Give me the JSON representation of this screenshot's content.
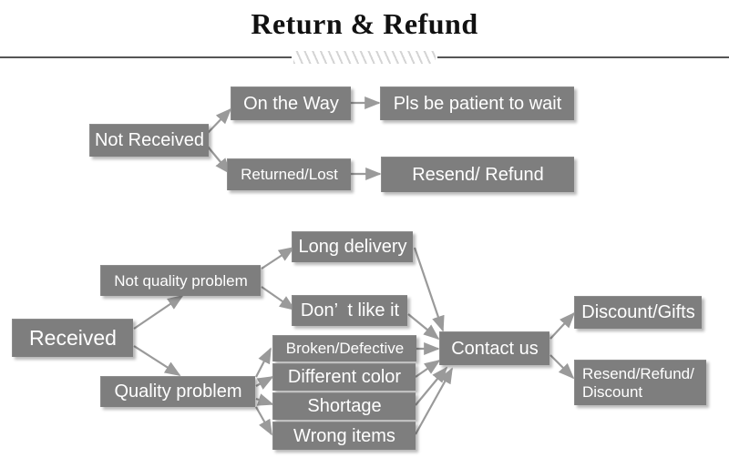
{
  "header": {
    "title": "Return & Refund",
    "divider_icon": "diagonal-hatch-divider"
  },
  "diagram": {
    "type": "flowchart",
    "palette": {
      "node_fill": "#7e7e7e",
      "node_text": "#ffffff",
      "arrow": "#9a9a9a",
      "title_text": "#111111",
      "divider_line": "#555555",
      "divider_hatch": "#d4d4d4",
      "background": "#ffffff"
    },
    "nodes": {
      "not_received": "Not Received",
      "on_the_way": "On the Way",
      "pls_be_patient": "Pls be patient to wait",
      "returned_lost": "Returned/Lost",
      "resend_refund": "Resend/ Refund",
      "received": "Received",
      "not_quality_problem": "Not quality problem",
      "long_delivery": "Long delivery",
      "dont_like_it": "Don’  t like it",
      "quality_problem": "Quality problem",
      "broken_defective": "Broken/Defective",
      "different_color": "Different color",
      "shortage": "Shortage",
      "wrong_items": "Wrong items",
      "contact_us": "Contact us",
      "discount_gifts": "Discount/Gifts",
      "resend_refund_discount": "Resend/Refund/\nDiscount"
    },
    "edges": [
      {
        "from": "not_received",
        "to": "on_the_way"
      },
      {
        "from": "not_received",
        "to": "returned_lost"
      },
      {
        "from": "on_the_way",
        "to": "pls_be_patient"
      },
      {
        "from": "returned_lost",
        "to": "resend_refund"
      },
      {
        "from": "received",
        "to": "not_quality_problem"
      },
      {
        "from": "received",
        "to": "quality_problem"
      },
      {
        "from": "not_quality_problem",
        "to": "long_delivery"
      },
      {
        "from": "not_quality_problem",
        "to": "dont_like_it"
      },
      {
        "from": "quality_problem",
        "to": "broken_defective"
      },
      {
        "from": "quality_problem",
        "to": "different_color"
      },
      {
        "from": "quality_problem",
        "to": "shortage"
      },
      {
        "from": "quality_problem",
        "to": "wrong_items"
      },
      {
        "from": "long_delivery",
        "to": "contact_us"
      },
      {
        "from": "dont_like_it",
        "to": "contact_us"
      },
      {
        "from": "broken_defective",
        "to": "contact_us"
      },
      {
        "from": "different_color",
        "to": "contact_us"
      },
      {
        "from": "shortage",
        "to": "contact_us"
      },
      {
        "from": "wrong_items",
        "to": "contact_us"
      },
      {
        "from": "contact_us",
        "to": "discount_gifts"
      },
      {
        "from": "contact_us",
        "to": "resend_refund_discount"
      }
    ]
  }
}
